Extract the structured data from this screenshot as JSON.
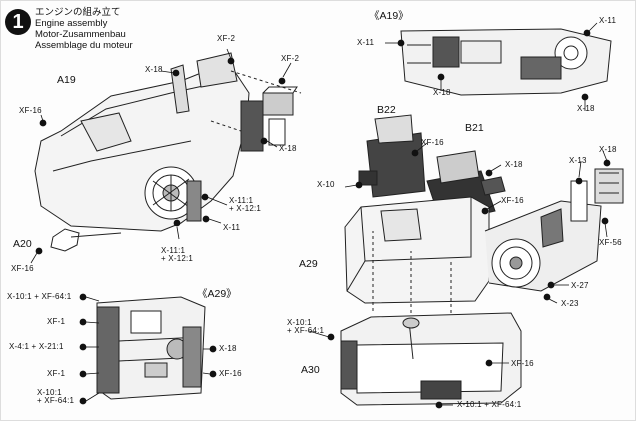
{
  "step": {
    "number": "1"
  },
  "title": {
    "jp": "エンジンの組み立て",
    "en": "Engine assembly",
    "de": "Motor-Zusammenbau",
    "fr": "Assemblage du moteur"
  },
  "sections": {
    "a19_detail": "《A19》",
    "a29_detail": "《A29》"
  },
  "parts": {
    "a19": "A19",
    "a20": "A20",
    "a29": "A29",
    "a30": "A30",
    "b21": "B21",
    "b22": "B22"
  },
  "callouts": {
    "x18": "X-18",
    "x11": "X-11",
    "x10": "X-10",
    "x13": "X-13",
    "x27": "X-27",
    "x23": "X-23",
    "xf2": "XF-2",
    "xf16": "XF-16",
    "xf56": "XF-56",
    "xf1": "XF-1",
    "x11_12": [
      "X-11:1",
      "+ X-12:1"
    ],
    "x10_64": "X-10:1 + XF-64:1",
    "x10_64_stack": [
      "X-10:1",
      "+ XF-64:1"
    ],
    "x4_21": "X-4:1 + X-21:1"
  }
}
